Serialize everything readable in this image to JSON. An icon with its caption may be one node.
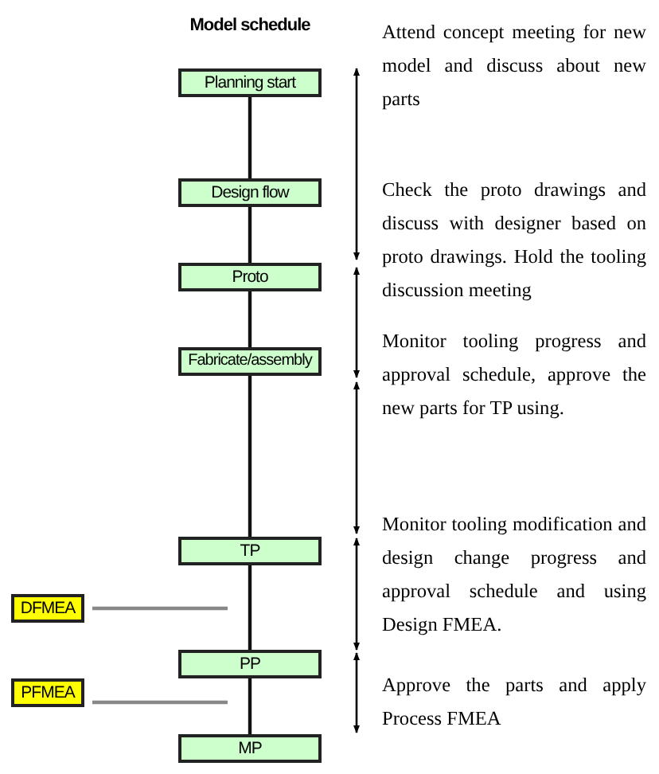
{
  "diagram": {
    "title": "Model schedule",
    "nodes": [
      {
        "text": [
          "Planning start"
        ]
      },
      {
        "text": [
          "Design flow"
        ]
      },
      {
        "text": [
          "Proto"
        ]
      },
      {
        "text": [
          "Fabricate/assembly"
        ]
      },
      {
        "text": [
          "TP"
        ]
      },
      {
        "text": [
          "PP"
        ]
      },
      {
        "text": [
          "MP"
        ]
      },
      {
        "text": [
          "DFMEA"
        ]
      },
      {
        "text": [
          "PFMEA"
        ]
      }
    ],
    "edges": [
      {
        "from": 0,
        "to": 1,
        "arrow": "none"
      },
      {
        "from": 1,
        "to": 2,
        "arrow": "none"
      },
      {
        "from": 2,
        "to": 3,
        "arrow": "none"
      },
      {
        "from": 3,
        "to": 4,
        "arrow": "none"
      },
      {
        "from": 4,
        "to": 5,
        "arrow": "none"
      },
      {
        "from": 5,
        "to": 6,
        "arrow": "none"
      },
      {
        "from": 7,
        "to": null,
        "arrow": "none",
        "color": "#888888"
      },
      {
        "from": 8,
        "to": null,
        "arrow": "none",
        "color": "#888888"
      }
    ],
    "labels": [
      "Attend concept meeting for new model and discuss about new parts",
      "Check the proto drawings and discuss with designer based on proto drawings. Hold the tooling discussion meeting",
      "Monitor tooling progress and approval schedule, approve the new parts for TP using.",
      "Monitor tooling modification and design change progress and approval schedule and using Design FMEA.",
      "Approve the parts and apply Process FMEA"
    ]
  }
}
